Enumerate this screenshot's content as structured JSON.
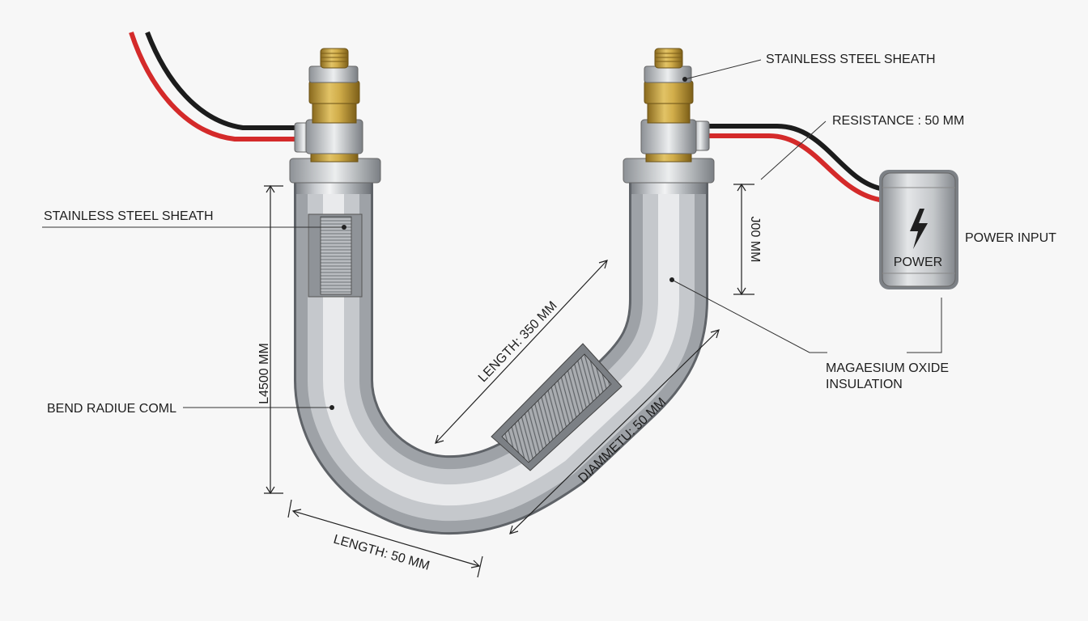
{
  "labels": {
    "sheath_top": "STAINLESS STEEL SHEATH",
    "sheath_left": "STAINLESS STEEL SHEATH",
    "resistance": "RESISTANCE : 50 MM",
    "power_input": "POWER INPUT",
    "power_box": "POWER",
    "insulation_line1": "MAGAESIUM OXIDE",
    "insulation_line2": "INSULATION",
    "bend_radius": "BEND RADIUE COML",
    "dim_left_height": "L4500 MM",
    "dim_right_height": "J00 MM",
    "dim_length_diag": "LENGTH: 350 MM",
    "dim_diameter": "DIAMMETU: 50 MM",
    "dim_length_bottom": "LENGTH:  50 MM"
  },
  "colors": {
    "wire_red": "#d42a2a",
    "wire_black": "#1c1c1c",
    "brass": "#c9a23f",
    "steel": "#a9adb2",
    "background": "#f7f7f7"
  },
  "icons": {
    "power": "lightning-bolt-icon"
  }
}
